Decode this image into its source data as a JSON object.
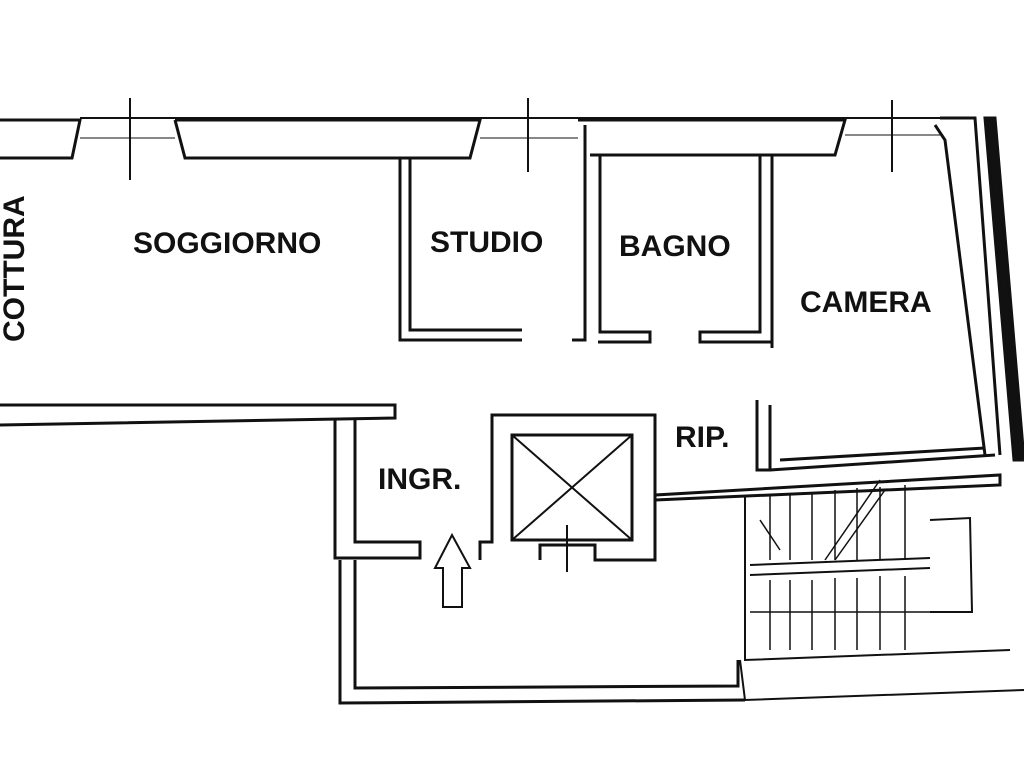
{
  "rooms": {
    "cottura": "COTTURA",
    "soggiorno": "SOGGIORNO",
    "studio": "STUDIO",
    "bagno": "BAGNO",
    "camera": "CAMERA",
    "ripostiglio": "RIP.",
    "ingresso": "INGR."
  },
  "colors": {
    "wall": "#111111",
    "background": "#ffffff"
  }
}
